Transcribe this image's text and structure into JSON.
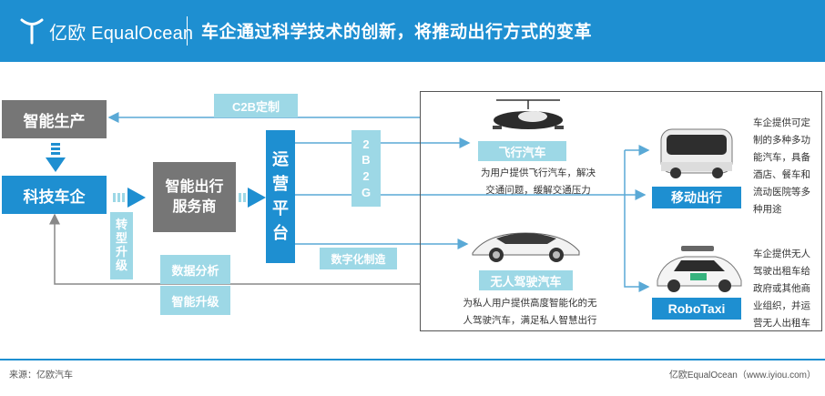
{
  "header": {
    "logo_text": "亿欧 EqualOcean",
    "title": "车企通过科学技术的创新，将推动出行方式的变革"
  },
  "nodes": {
    "smart_production": "智能生产",
    "tech_automaker": "科技车企",
    "transformation": [
      "转",
      "型",
      "升",
      "级"
    ],
    "mobility_provider": [
      "智能出行",
      "服务商"
    ],
    "ops_platform": [
      "运",
      "营",
      "平",
      "台"
    ],
    "data_analysis": "数据分析",
    "smart_upgrade": "智能升级",
    "c2b": "C2B定制",
    "b2g": [
      "2",
      "B",
      "2",
      "G"
    ],
    "digital_mfg": "数字化制造"
  },
  "products": {
    "flying_car": {
      "label": "飞行汽车",
      "desc": [
        "为用户提供飞行汽车，解决",
        "交通问题，缓解交通压力"
      ]
    },
    "autonomous_car": {
      "label": "无人驾驶汽车",
      "desc": [
        "为私人用户提供高度智能化的无",
        "人驾驶汽车，满足私人智慧出行"
      ]
    },
    "mobile_travel": {
      "label": "移动出行",
      "desc": [
        "车企提供可定",
        "制的多种多功",
        "能汽车，具备",
        "酒店、餐车和",
        "流动医院等多",
        "种用途"
      ]
    },
    "robotaxi": {
      "label": "RoboTaxi",
      "desc": [
        "车企提供无人",
        "驾驶出租车给",
        "政府或其他商",
        "业组织，并运",
        "营无人出租车"
      ]
    }
  },
  "footer": {
    "source": "来源：亿欧汽车",
    "credit": "亿欧EqualOcean（www.iyiou.com）"
  },
  "colors": {
    "brand_blue": "#1e8fd1",
    "gray_box": "#767676",
    "light_box": "#9dd8e6",
    "arrow": "#5aa9d6"
  }
}
